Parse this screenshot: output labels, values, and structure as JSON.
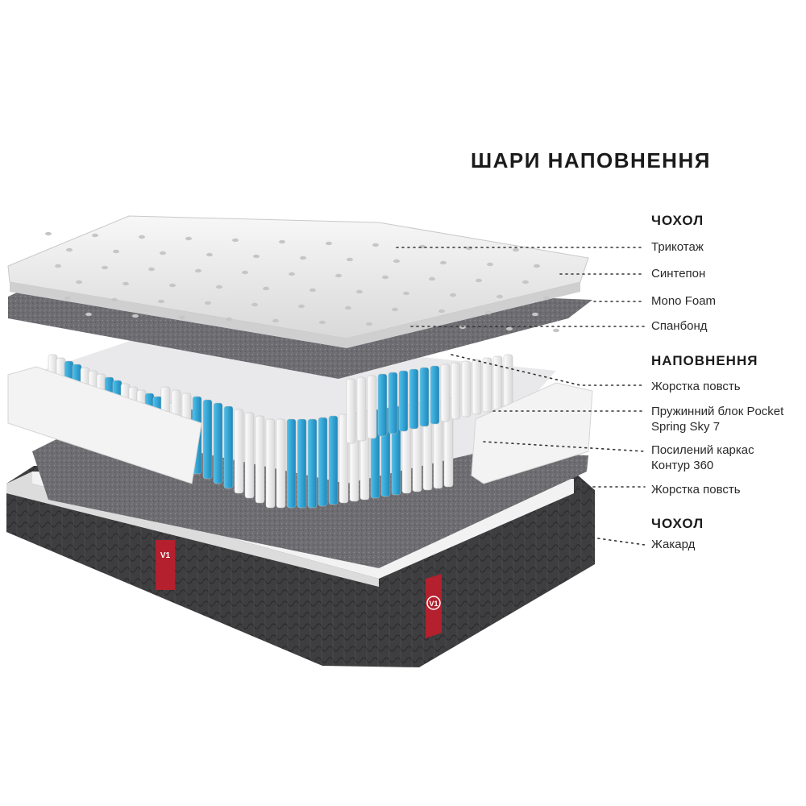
{
  "title": "ШАРИ НАПОВНЕННЯ",
  "sections": [
    {
      "heading": "ЧОХОЛ",
      "items": [
        "Трикотаж",
        "Синтепон",
        "Mono Foam",
        "Спанбонд"
      ]
    },
    {
      "heading": "НАПОВНЕННЯ",
      "items": [
        "Жорстка повсть",
        [
          "Пружинний блок Pocket",
          "Spring Sky 7"
        ],
        [
          "Посилений каркас",
          "Контур 360"
        ],
        "Жорстка повсть"
      ]
    },
    {
      "heading": "ЧОХОЛ",
      "items": [
        "Жакард"
      ]
    }
  ],
  "brand": {
    "logo_text": "V1",
    "tag_color": "#b4202e"
  },
  "colors": {
    "spring_accent": "#2aa3d6",
    "cover": "#3c3c3c",
    "felt": "#6f6f73"
  }
}
